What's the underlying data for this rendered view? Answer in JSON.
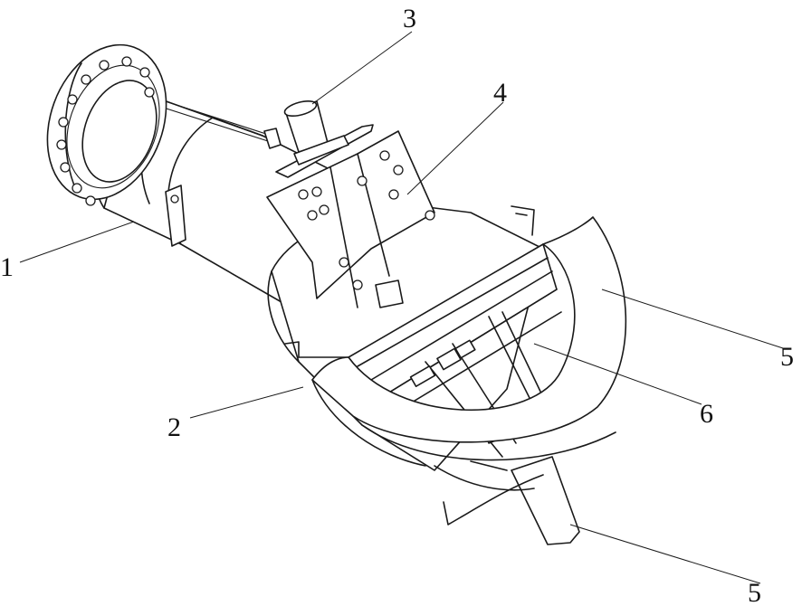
{
  "labels": {
    "part1": "1",
    "part2": "2",
    "part3": "3",
    "part4": "4",
    "part5a": "5",
    "part5b": "5",
    "part6": "6"
  }
}
